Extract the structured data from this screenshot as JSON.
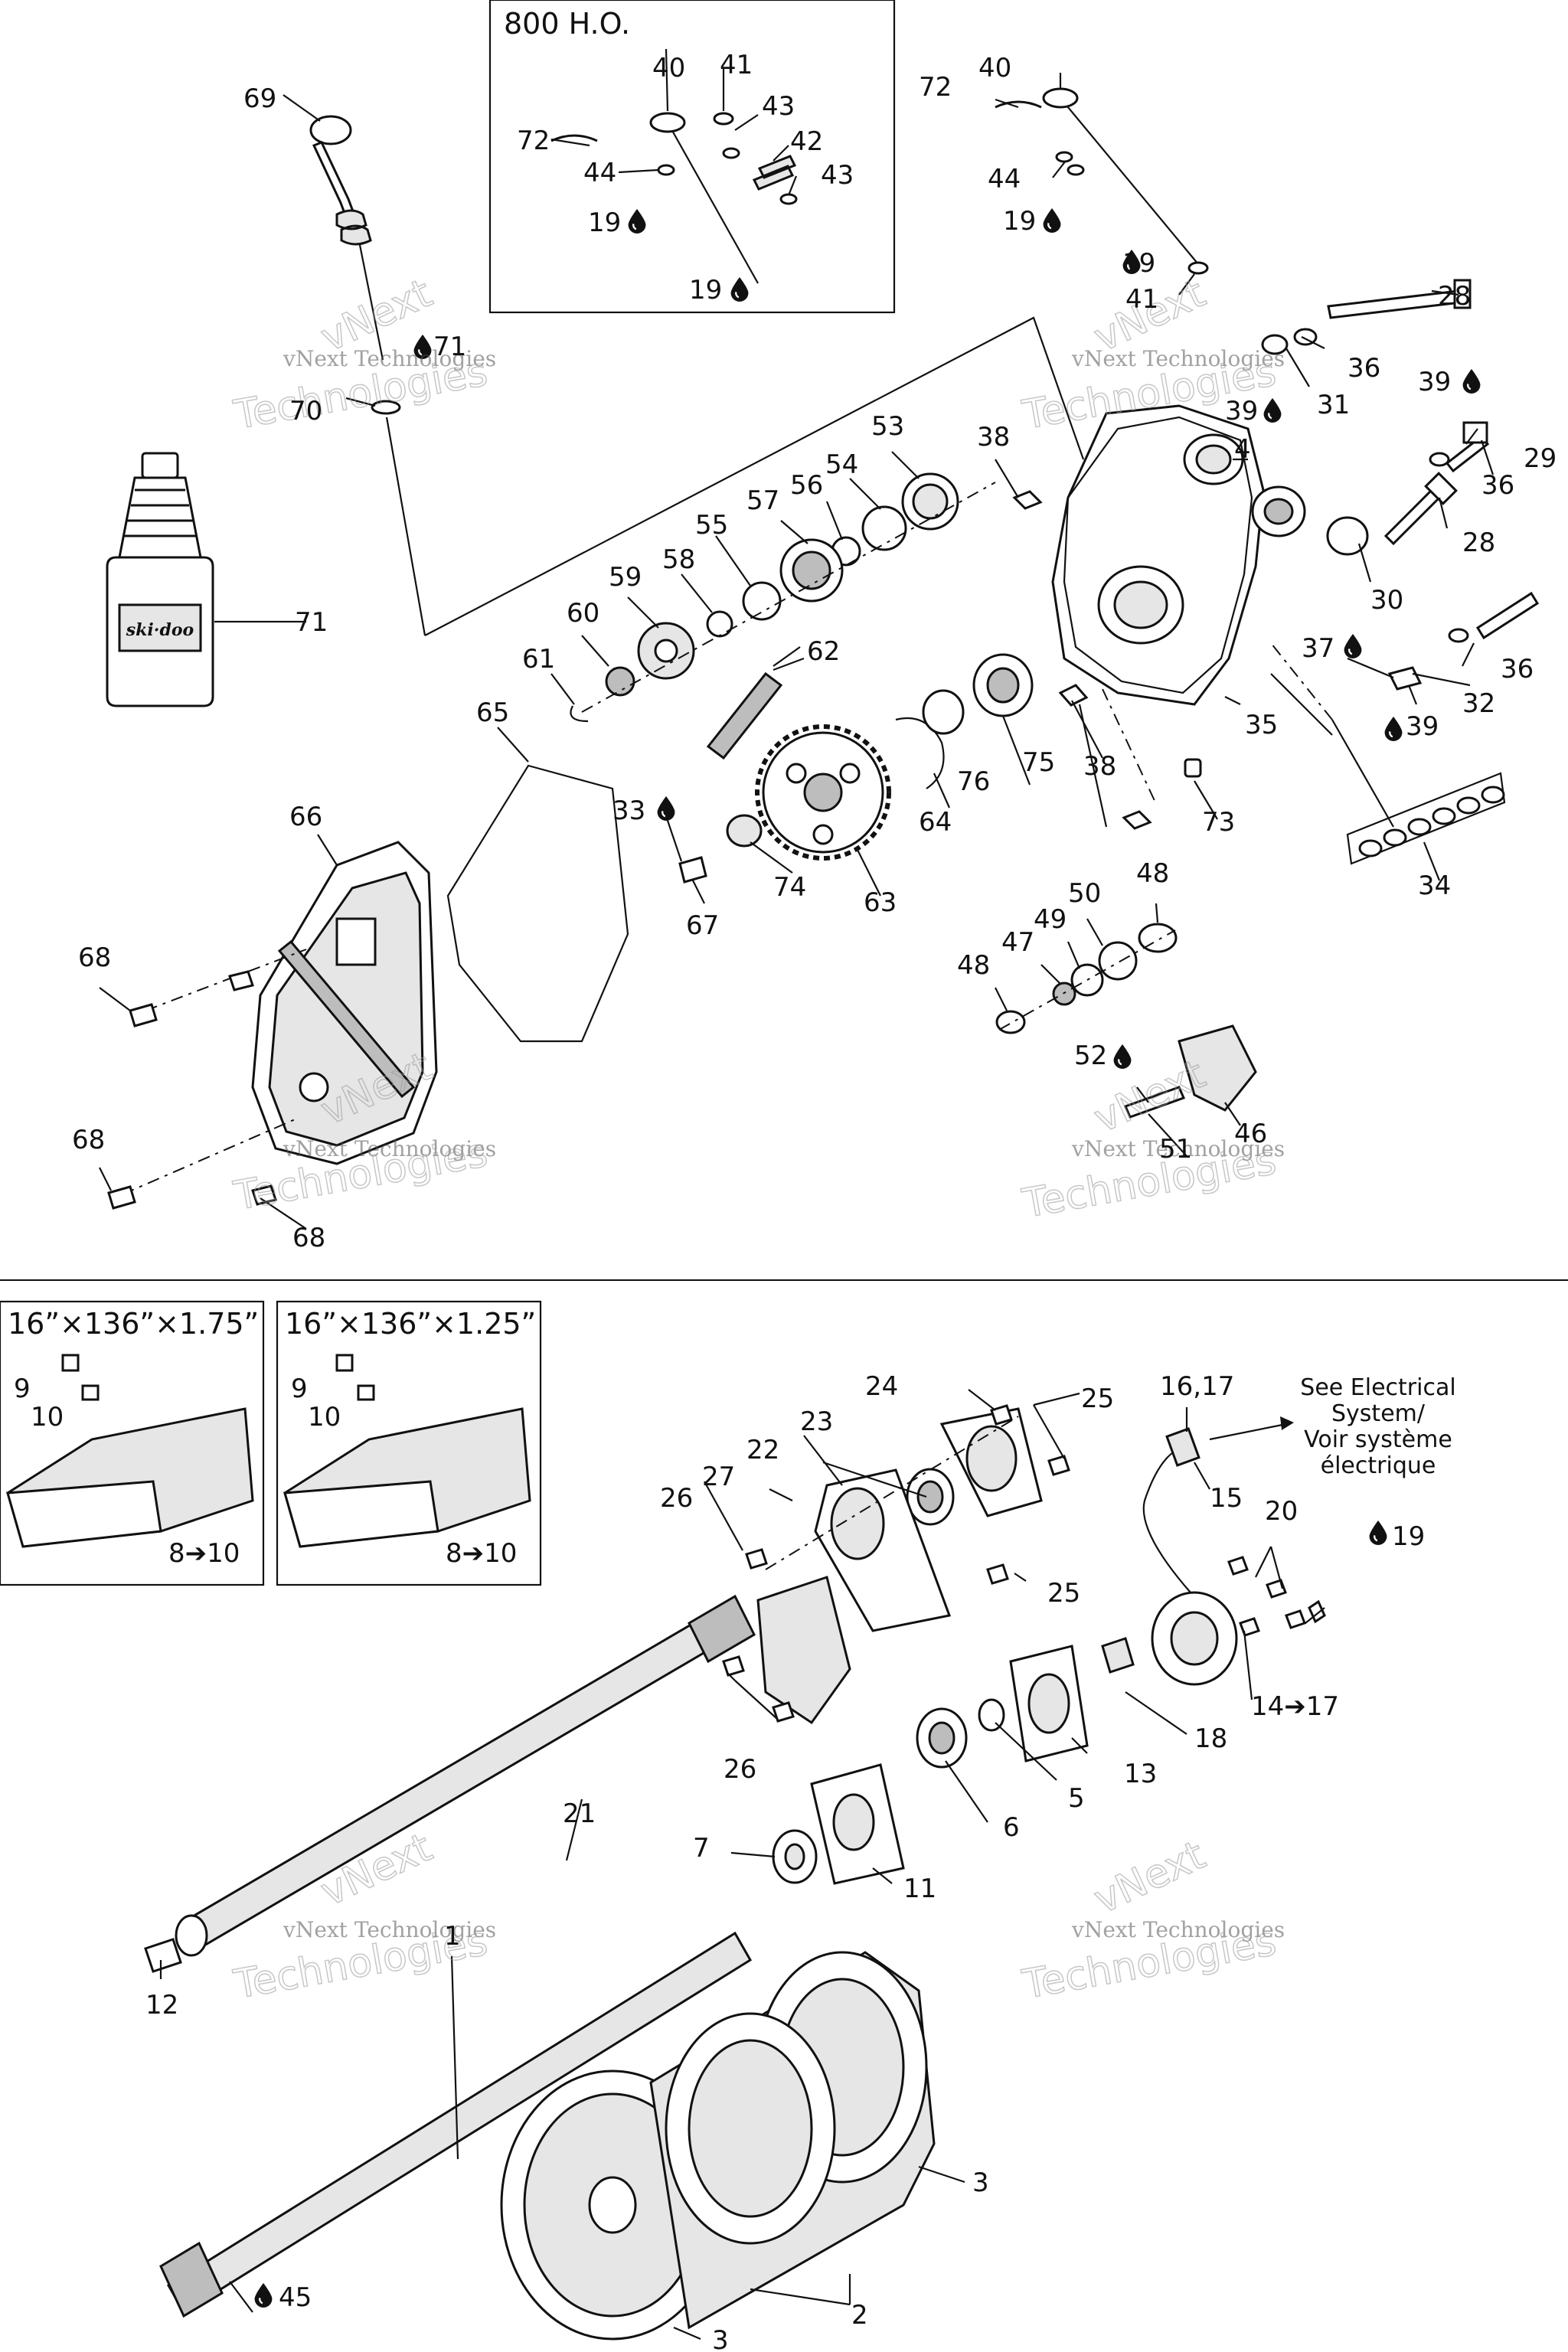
{
  "watermark": {
    "company": "vNext Technologies",
    "word_top": "vNext",
    "word_bottom": "Technologies"
  },
  "inset_top": {
    "title": "800 H.O."
  },
  "track_boxes": [
    {
      "title": "16”×136”×1.75”",
      "range_label": "8➔10"
    },
    {
      "title": "16”×136”×1.25”",
      "range_label": "8➔10"
    }
  ],
  "note": {
    "line1": "See Electrical",
    "line2": "System/",
    "line3": "Voir système",
    "line4": "électrique"
  },
  "icons": {
    "lubricant": "oil-drop-icon",
    "bottle": "lubricant-bottle-icon"
  },
  "labels": [
    {
      "text": "69"
    },
    {
      "text": "40"
    },
    {
      "text": "41"
    },
    {
      "text": "72"
    },
    {
      "text": "43"
    },
    {
      "text": "42"
    },
    {
      "text": "44"
    },
    {
      "text": "43"
    },
    {
      "text": "19"
    },
    {
      "text": "19"
    },
    {
      "text": "72"
    },
    {
      "text": "40"
    },
    {
      "text": "44"
    },
    {
      "text": "19"
    },
    {
      "text": "19"
    },
    {
      "text": "41"
    },
    {
      "text": "28"
    },
    {
      "text": "36"
    },
    {
      "text": "31"
    },
    {
      "text": "39"
    },
    {
      "text": "39"
    },
    {
      "text": "29"
    },
    {
      "text": "36"
    },
    {
      "text": "4"
    },
    {
      "text": "28"
    },
    {
      "text": "30"
    },
    {
      "text": "37"
    },
    {
      "text": "36"
    },
    {
      "text": "32"
    },
    {
      "text": "39"
    },
    {
      "text": "35"
    },
    {
      "text": "34"
    },
    {
      "text": "71"
    },
    {
      "text": "70"
    },
    {
      "text": "71"
    },
    {
      "text": "53"
    },
    {
      "text": "38"
    },
    {
      "text": "54"
    },
    {
      "text": "57"
    },
    {
      "text": "56"
    },
    {
      "text": "55"
    },
    {
      "text": "59"
    },
    {
      "text": "58"
    },
    {
      "text": "60"
    },
    {
      "text": "61"
    },
    {
      "text": "62"
    },
    {
      "text": "65"
    },
    {
      "text": "66"
    },
    {
      "text": "33"
    },
    {
      "text": "67"
    },
    {
      "text": "74"
    },
    {
      "text": "63"
    },
    {
      "text": "64"
    },
    {
      "text": "76"
    },
    {
      "text": "75"
    },
    {
      "text": "38"
    },
    {
      "text": "73"
    },
    {
      "text": "68"
    },
    {
      "text": "68"
    },
    {
      "text": "68"
    },
    {
      "text": "48"
    },
    {
      "text": "50"
    },
    {
      "text": "49"
    },
    {
      "text": "47"
    },
    {
      "text": "48"
    },
    {
      "text": "52"
    },
    {
      "text": "46"
    },
    {
      "text": "51"
    },
    {
      "text": "9"
    },
    {
      "text": "10"
    },
    {
      "text": "9"
    },
    {
      "text": "10"
    },
    {
      "text": "24"
    },
    {
      "text": "25"
    },
    {
      "text": "23"
    },
    {
      "text": "22"
    },
    {
      "text": "27"
    },
    {
      "text": "26"
    },
    {
      "text": "25"
    },
    {
      "text": "16,17"
    },
    {
      "text": "15"
    },
    {
      "text": "20"
    },
    {
      "text": "19"
    },
    {
      "text": "14➔17"
    },
    {
      "text": "18"
    },
    {
      "text": "13"
    },
    {
      "text": "5"
    },
    {
      "text": "6"
    },
    {
      "text": "26"
    },
    {
      "text": "21"
    },
    {
      "text": "7"
    },
    {
      "text": "11"
    },
    {
      "text": "12"
    },
    {
      "text": "1"
    },
    {
      "text": "3"
    },
    {
      "text": "2"
    },
    {
      "text": "3"
    },
    {
      "text": "45"
    }
  ]
}
